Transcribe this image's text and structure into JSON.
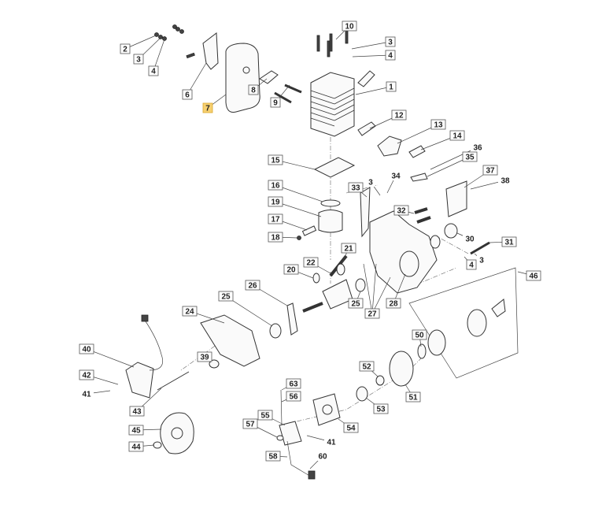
{
  "title": "Engine exploded parts diagram",
  "highlighted_callout": "7",
  "highlight_color": "#f7d070",
  "callouts": [
    {
      "label": "10",
      "boxed": true
    },
    {
      "label": "3",
      "boxed": true
    },
    {
      "label": "4",
      "boxed": true
    },
    {
      "label": "2",
      "boxed": true
    },
    {
      "label": "3",
      "boxed": true
    },
    {
      "label": "4",
      "boxed": true
    },
    {
      "label": "6",
      "boxed": true
    },
    {
      "label": "7",
      "boxed": true
    },
    {
      "label": "8",
      "boxed": true
    },
    {
      "label": "9",
      "boxed": true
    },
    {
      "label": "1",
      "boxed": true
    },
    {
      "label": "12",
      "boxed": true
    },
    {
      "label": "13",
      "boxed": true
    },
    {
      "label": "14",
      "boxed": true
    },
    {
      "label": "36",
      "boxed": false
    },
    {
      "label": "35",
      "boxed": true
    },
    {
      "label": "37",
      "boxed": true
    },
    {
      "label": "38",
      "boxed": false
    },
    {
      "label": "34",
      "boxed": false
    },
    {
      "label": "3",
      "boxed": false
    },
    {
      "label": "33",
      "boxed": true
    },
    {
      "label": "15",
      "boxed": true
    },
    {
      "label": "16",
      "boxed": true
    },
    {
      "label": "19",
      "boxed": true
    },
    {
      "label": "17",
      "boxed": true
    },
    {
      "label": "18",
      "boxed": true
    },
    {
      "label": "32",
      "boxed": true
    },
    {
      "label": "30",
      "boxed": false
    },
    {
      "label": "31",
      "boxed": true
    },
    {
      "label": "3",
      "boxed": false
    },
    {
      "label": "4",
      "boxed": true
    },
    {
      "label": "22",
      "boxed": true
    },
    {
      "label": "21",
      "boxed": true
    },
    {
      "label": "20",
      "boxed": true
    },
    {
      "label": "46",
      "boxed": true
    },
    {
      "label": "26",
      "boxed": true
    },
    {
      "label": "25",
      "boxed": true
    },
    {
      "label": "25",
      "boxed": true
    },
    {
      "label": "27",
      "boxed": true
    },
    {
      "label": "28",
      "boxed": true
    },
    {
      "label": "24",
      "boxed": true
    },
    {
      "label": "50",
      "boxed": true
    },
    {
      "label": "40",
      "boxed": true
    },
    {
      "label": "39",
      "boxed": true
    },
    {
      "label": "42",
      "boxed": true
    },
    {
      "label": "41",
      "boxed": false
    },
    {
      "label": "43",
      "boxed": true
    },
    {
      "label": "52",
      "boxed": true
    },
    {
      "label": "51",
      "boxed": true
    },
    {
      "label": "53",
      "boxed": true
    },
    {
      "label": "63",
      "boxed": true
    },
    {
      "label": "56",
      "boxed": true
    },
    {
      "label": "55",
      "boxed": true
    },
    {
      "label": "54",
      "boxed": true
    },
    {
      "label": "57",
      "boxed": true
    },
    {
      "label": "41",
      "boxed": false
    },
    {
      "label": "45",
      "boxed": true
    },
    {
      "label": "44",
      "boxed": true
    },
    {
      "label": "58",
      "boxed": true
    },
    {
      "label": "60",
      "boxed": false
    }
  ]
}
